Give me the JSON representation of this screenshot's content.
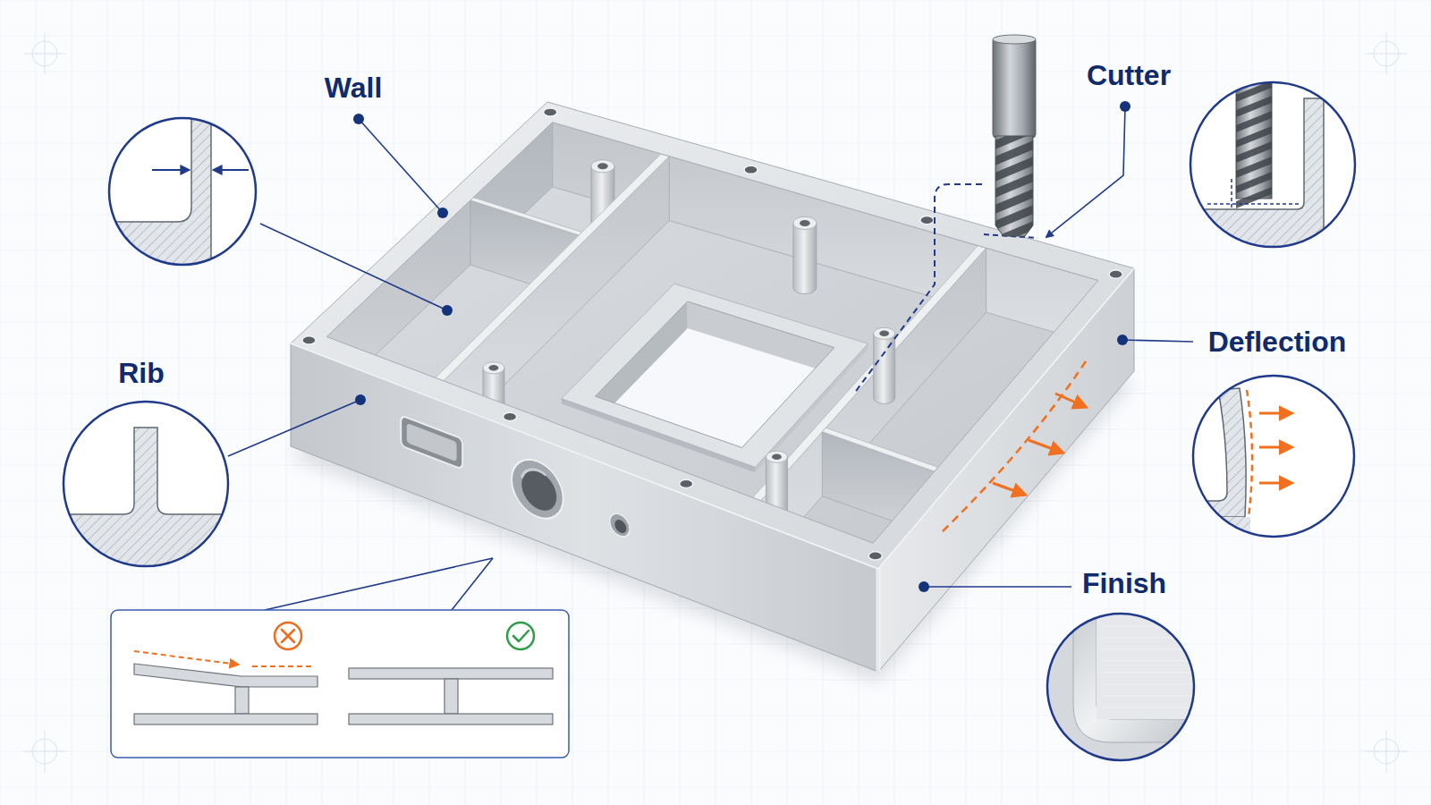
{
  "diagram": {
    "labels": [
      "Wall",
      "Cutter",
      "Rib",
      "Deflection",
      "Finish"
    ]
  }
}
